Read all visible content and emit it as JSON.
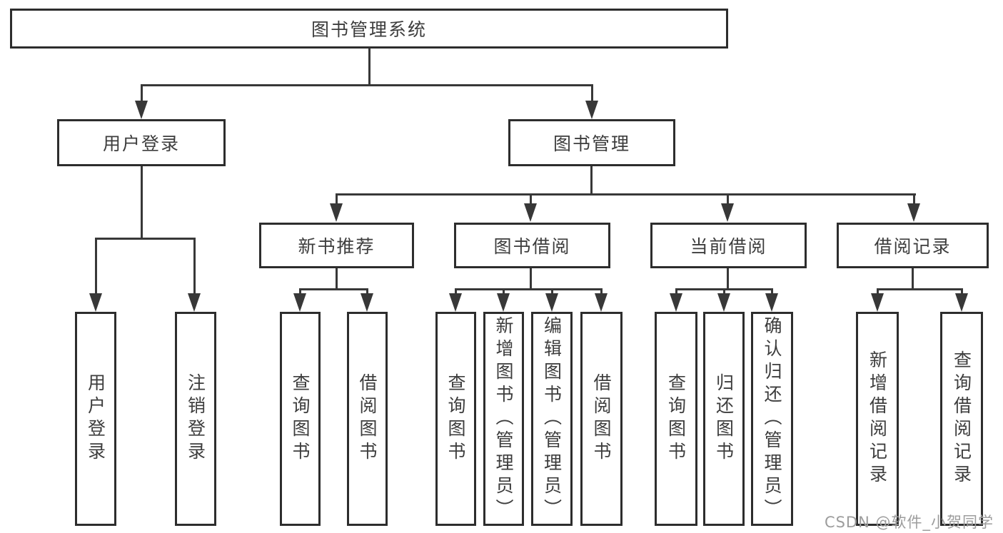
{
  "tree": {
    "root": {
      "label": "图书管理系统",
      "children": [
        {
          "label": "用户登录",
          "children": [
            {
              "label": "用户登录"
            },
            {
              "label": "注销登录"
            }
          ]
        },
        {
          "label": "图书管理",
          "children": [
            {
              "label": "新书推荐",
              "children": [
                {
                  "label": "查询图书"
                },
                {
                  "label": "借阅图书"
                }
              ]
            },
            {
              "label": "图书借阅",
              "children": [
                {
                  "label": "查询图书"
                },
                {
                  "label": "新增图书（管理员）"
                },
                {
                  "label": "编辑图书（管理员）"
                },
                {
                  "label": "借阅图书"
                }
              ]
            },
            {
              "label": "当前借阅",
              "children": [
                {
                  "label": "查询图书"
                },
                {
                  "label": "归还图书"
                },
                {
                  "label": "确认归还（管理员）"
                }
              ]
            },
            {
              "label": "借阅记录",
              "children": [
                {
                  "label": "新增借阅记录"
                },
                {
                  "label": "查询借阅记录"
                }
              ]
            }
          ]
        }
      ]
    }
  },
  "watermark": {
    "text": "CSDN @软件_小贺同学"
  },
  "colors": {
    "line": "#383838",
    "box_border": "#2d2d2d",
    "text": "#3d3d3d",
    "background": "#ffffff",
    "watermark": "#9d9d9d"
  }
}
